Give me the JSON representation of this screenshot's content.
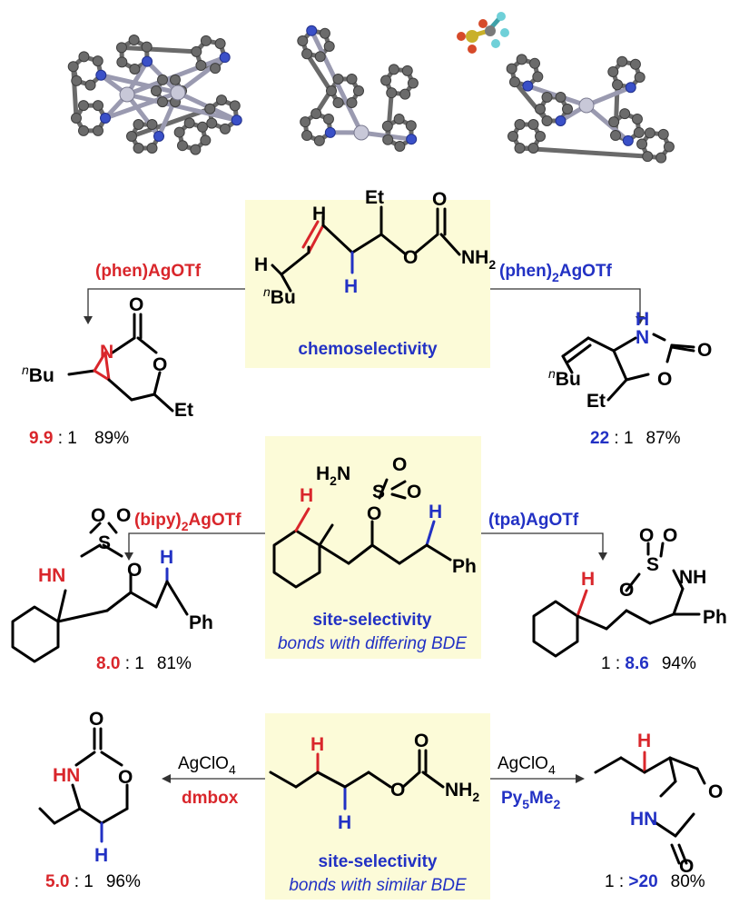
{
  "panels": [
    {
      "id": "chemoselectivity",
      "center_label": "chemoselectivity",
      "left_catalyst": "(phen)AgOTf",
      "right_catalyst": "(phen)2AgOTf",
      "left_ratio": [
        "9.9",
        ": 1",
        "89%"
      ],
      "right_ratio": [
        "22",
        ": 1",
        "87%"
      ]
    },
    {
      "id": "site-1",
      "center_label": "site-selectivity",
      "center_sublabel": "bonds with differing BDE",
      "left_catalyst": "(bipy)2AgOTf",
      "right_catalyst": "(tpa)AgOTf",
      "left_ratio": [
        "8.0",
        ": 1",
        "81%"
      ],
      "right_ratio": [
        "1 :",
        "8.6",
        "94%"
      ]
    },
    {
      "id": "site-2",
      "center_label": "site-selectivity",
      "center_sublabel": "bonds with similar BDE",
      "left_reagent": "AgClO4",
      "left_ligand": "dmbox",
      "right_reagent": "AgClO4",
      "right_ligand": "Py5Me2",
      "left_ratio": [
        "5.0",
        ": 1",
        "96%"
      ],
      "right_ratio": [
        "1 :",
        ">20",
        "80%"
      ]
    }
  ],
  "colors": {
    "red": "#d9262b",
    "blue": "#2231c4",
    "highlight": "#fcfbd8"
  }
}
